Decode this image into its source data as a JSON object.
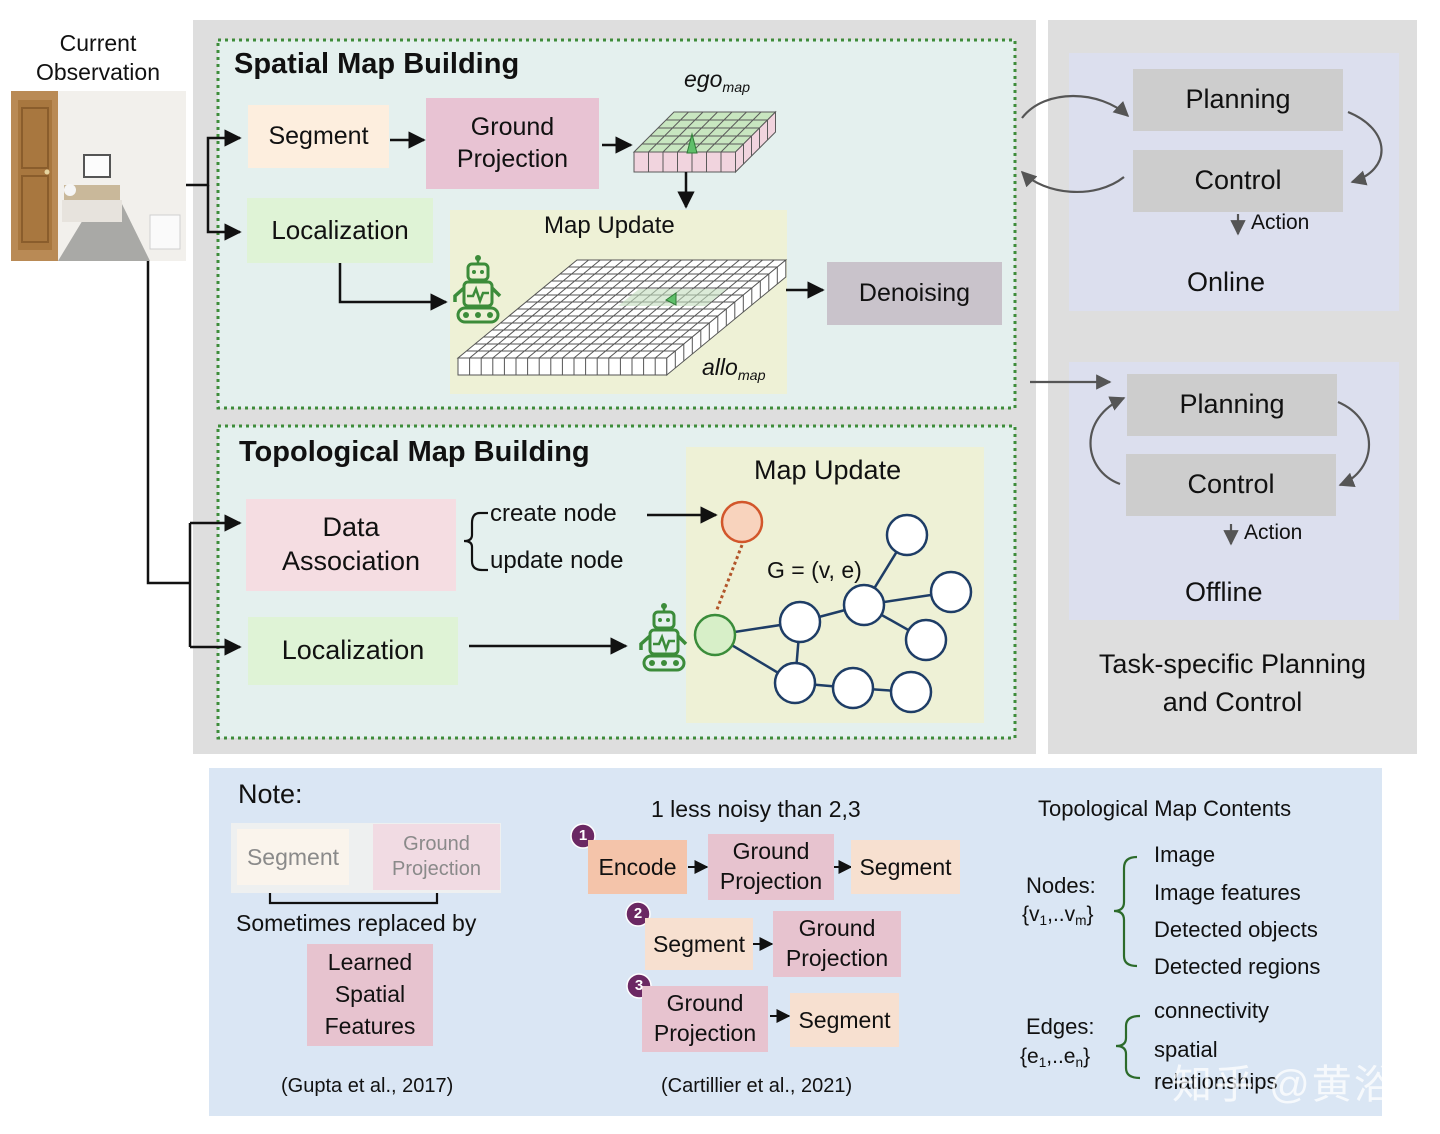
{
  "observation": {
    "title_line1": "Current",
    "title_line2": "Observation"
  },
  "spatial": {
    "title": "Spatial Map Building",
    "segment": "Segment",
    "ground_projection_line1": "Ground",
    "ground_projection_line2": "Projection",
    "ego_main": "ego",
    "ego_sub": "map",
    "localization": "Localization",
    "map_update": "Map Update",
    "allo_main": "allo",
    "allo_sub": "map",
    "denoising": "Denoising"
  },
  "topological": {
    "title": "Topological Map Building",
    "data_association_line1": "Data",
    "data_association_line2": "Association",
    "create_node": "create node",
    "update_node": "update node",
    "map_update": "Map Update",
    "graph_label": "G = (v, e)",
    "localization": "Localization"
  },
  "task": {
    "online": {
      "planning": "Planning",
      "control": "Control",
      "action": "Action",
      "label": "Online"
    },
    "offline": {
      "planning": "Planning",
      "control": "Control",
      "action": "Action",
      "label": "Offline"
    },
    "title_line1": "Task-specific Planning",
    "title_line2": "and Control"
  },
  "note": {
    "title": "Note:",
    "faded_segment": "Segment",
    "faded_gp_line1": "Ground",
    "faded_gp_line2": "Projection",
    "replaced_by": "Sometimes replaced by",
    "learned_line1": "Learned",
    "learned_line2": "Spatial",
    "learned_line3": "Features",
    "citation1": "(Gupta et al., 2017)",
    "noisy_title": "1 less noisy than 2,3",
    "p1_encode": "Encode",
    "p1_gp_line1": "Ground",
    "p1_gp_line2": "Projection",
    "p1_segment": "Segment",
    "p2_segment": "Segment",
    "p2_gp_line1": "Ground",
    "p2_gp_line2": "Projection",
    "p3_gp_line1": "Ground",
    "p3_gp_line2": "Projection",
    "p3_segment": "Segment",
    "num1": "1",
    "num2": "2",
    "num3": "3",
    "citation2": "(Cartillier et al., 2021)",
    "contents_title": "Topological Map Contents",
    "nodes_label": "Nodes:",
    "nodes_set_a": "{v",
    "nodes_set_b": "1",
    "nodes_set_c": ",..v",
    "nodes_set_d": "m",
    "nodes_set_e": "}",
    "node_items": [
      "Image",
      "Image features",
      "Detected objects",
      "Detected regions"
    ],
    "edges_label": "Edges:",
    "edges_set_a": "{e",
    "edges_set_b": "1",
    "edges_set_c": ",..e",
    "edges_set_d": "n",
    "edges_set_e": "}",
    "edge_items": [
      "connectivity",
      "spatial",
      "relationships"
    ]
  },
  "watermark": "知乎 @黄浴",
  "colors": {
    "main_panel": "#dedede",
    "spatial_bg": "#e4f0ee",
    "dotted_border": "#3e8c3a",
    "segment_bg": "#fdeede",
    "ground_projection_bg": "#e8c3d3",
    "localization_bg": "#dff3d6",
    "map_update_bg": "#eef1d6",
    "denoising_bg": "#c9c3cb",
    "online_bg": "#dcdfee",
    "grey_box": "#cdcdcd",
    "note_bg": "#dae6f4",
    "encode_bg": "#f4c4aa",
    "number_badge": "#6b2863",
    "robot_green": "#3c8c3a",
    "node_blue": "#1e3d66"
  }
}
